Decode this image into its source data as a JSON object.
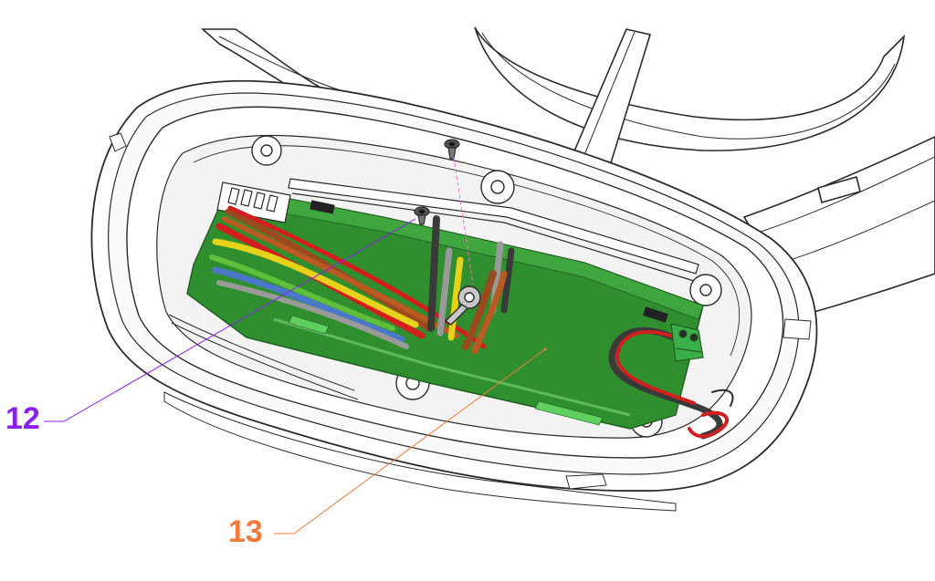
{
  "callouts": [
    {
      "id": "12",
      "label": "12",
      "color": "#8a1ff0"
    },
    {
      "id": "13",
      "label": "13",
      "color": "#f07a3a"
    }
  ],
  "colors": {
    "housing": "#ffffff",
    "outline": "#2b2b2b",
    "pcb": "#2f8f2f",
    "pcb_light": "#3fa63f",
    "connector_green": "#3bb04a",
    "wire_red": "#d21e1e",
    "wire_brown": "#9a4a1e",
    "wire_yellow": "#e6d21a",
    "wire_blue": "#4a78c8",
    "wire_black": "#3a3a3a",
    "wire_gray": "#9a9a9a",
    "wire_green": "#5fbf3a",
    "leader_pink": "#ff66cc"
  },
  "icons": [
    "screw-icon",
    "ring-terminal-icon",
    "terminal-block-icon"
  ]
}
